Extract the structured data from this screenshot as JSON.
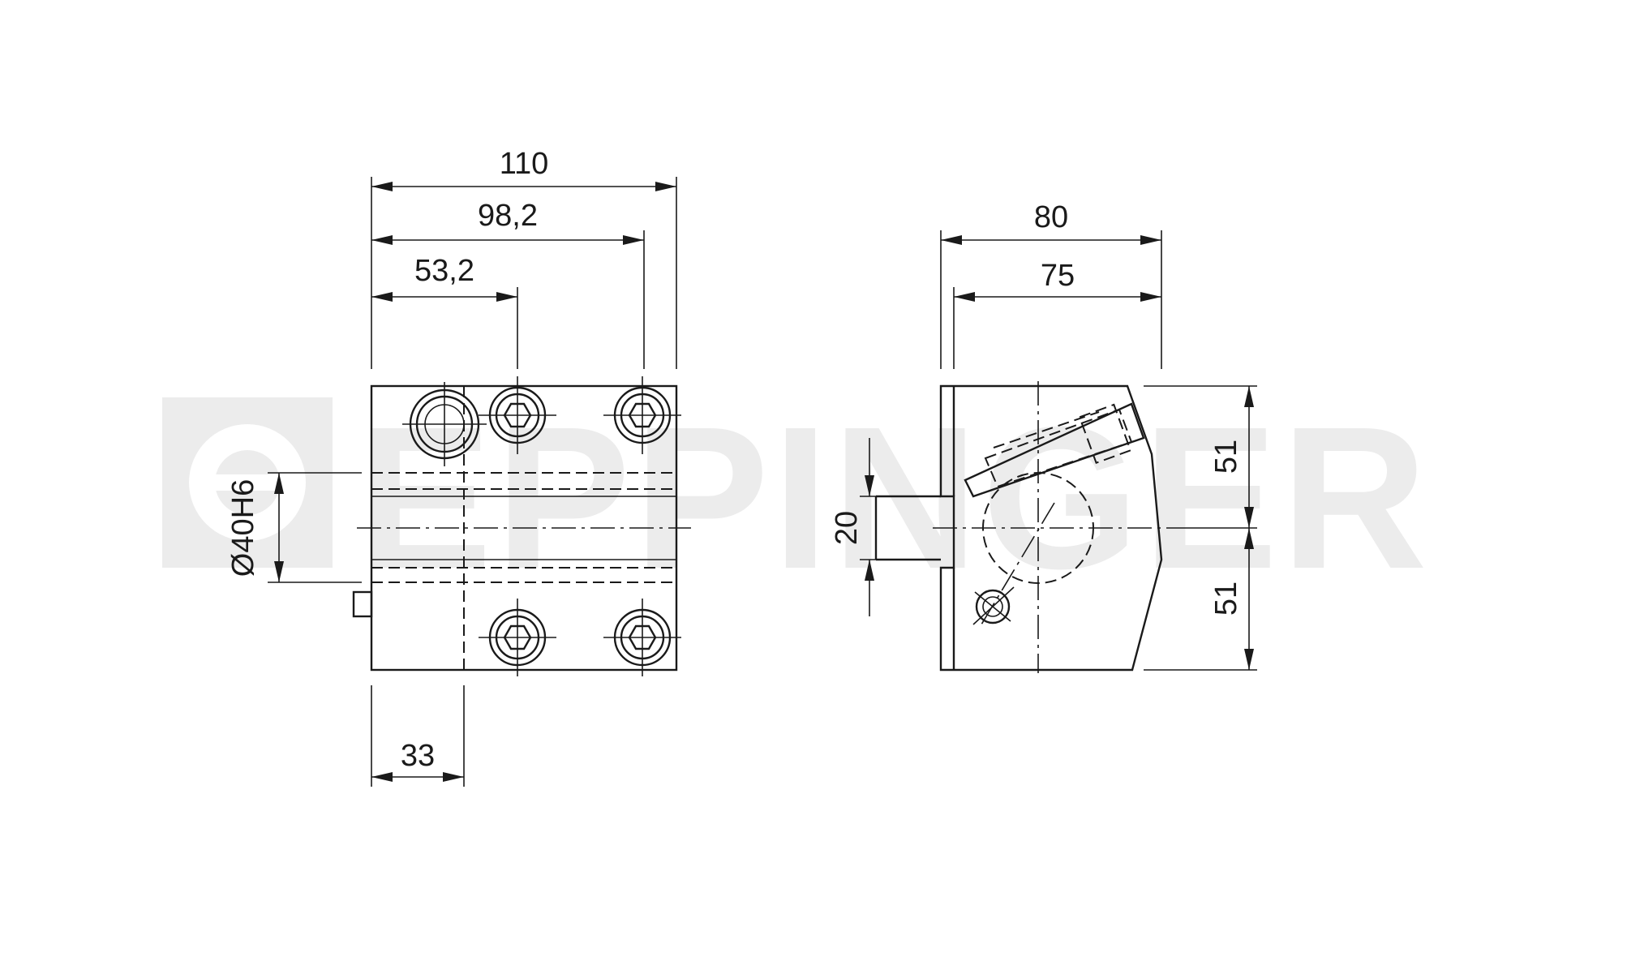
{
  "watermark": {
    "text": "EPPINGER",
    "logo_icon": "eppinger-logo-icon",
    "color": "#ececec"
  },
  "front_view": {
    "dimensions": {
      "overall_width": "110",
      "hole_pitch_outer": "98,2",
      "hole_pitch_inner": "53,2",
      "bore_diameter": "Ø40H6",
      "left_offset": "33"
    }
  },
  "side_view": {
    "dimensions": {
      "overall_depth": "80",
      "inner_depth": "75",
      "slot_width": "20",
      "upper_height": "51",
      "lower_height": "51"
    }
  },
  "colors": {
    "line": "#1a1a1a",
    "background": "#ffffff"
  }
}
